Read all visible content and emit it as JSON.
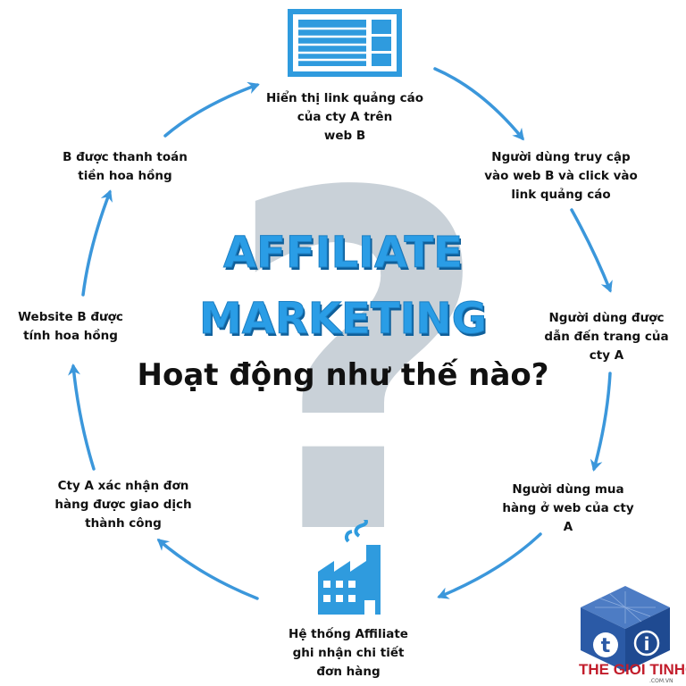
{
  "title_line1": "AFFILIATE",
  "title_line2": "MARKETING",
  "subtitle": "Hoạt động như thế nào?",
  "question_mark": "?",
  "steps": [
    {
      "text": "Hiển thị link quảng cáo\ncủa cty A trên\nweb B"
    },
    {
      "text": "Người dùng truy cập\nvào web B và click vào\nlink quảng cáo"
    },
    {
      "text": "Người dùng được\ndẫn đến trang của\ncty A"
    },
    {
      "text": "Người dùng mua\nhàng ở web của cty\nA"
    },
    {
      "text": "Hệ thống Affiliate\nghi nhận chi tiết\nđơn hàng"
    },
    {
      "text": "Cty A xác nhận đơn\nhàng được giao dịch\nthành công"
    },
    {
      "text": "Website B được\ntính hoa hồng"
    },
    {
      "text": "B được thanh toán\ntiền hoa hồng"
    }
  ],
  "logo": {
    "brand": "THE GIOI TINHOC",
    "domain": ".COM.VN",
    "colors": {
      "cube": "#2b5aa6",
      "text": "#c21d2b"
    }
  },
  "colors": {
    "accent": "#2a9de6",
    "arrow": "#3b97db",
    "question_mark": "#c9d1d8",
    "icon": "#2f9bde"
  },
  "icons": [
    "laptop-icon",
    "factory-icon"
  ]
}
